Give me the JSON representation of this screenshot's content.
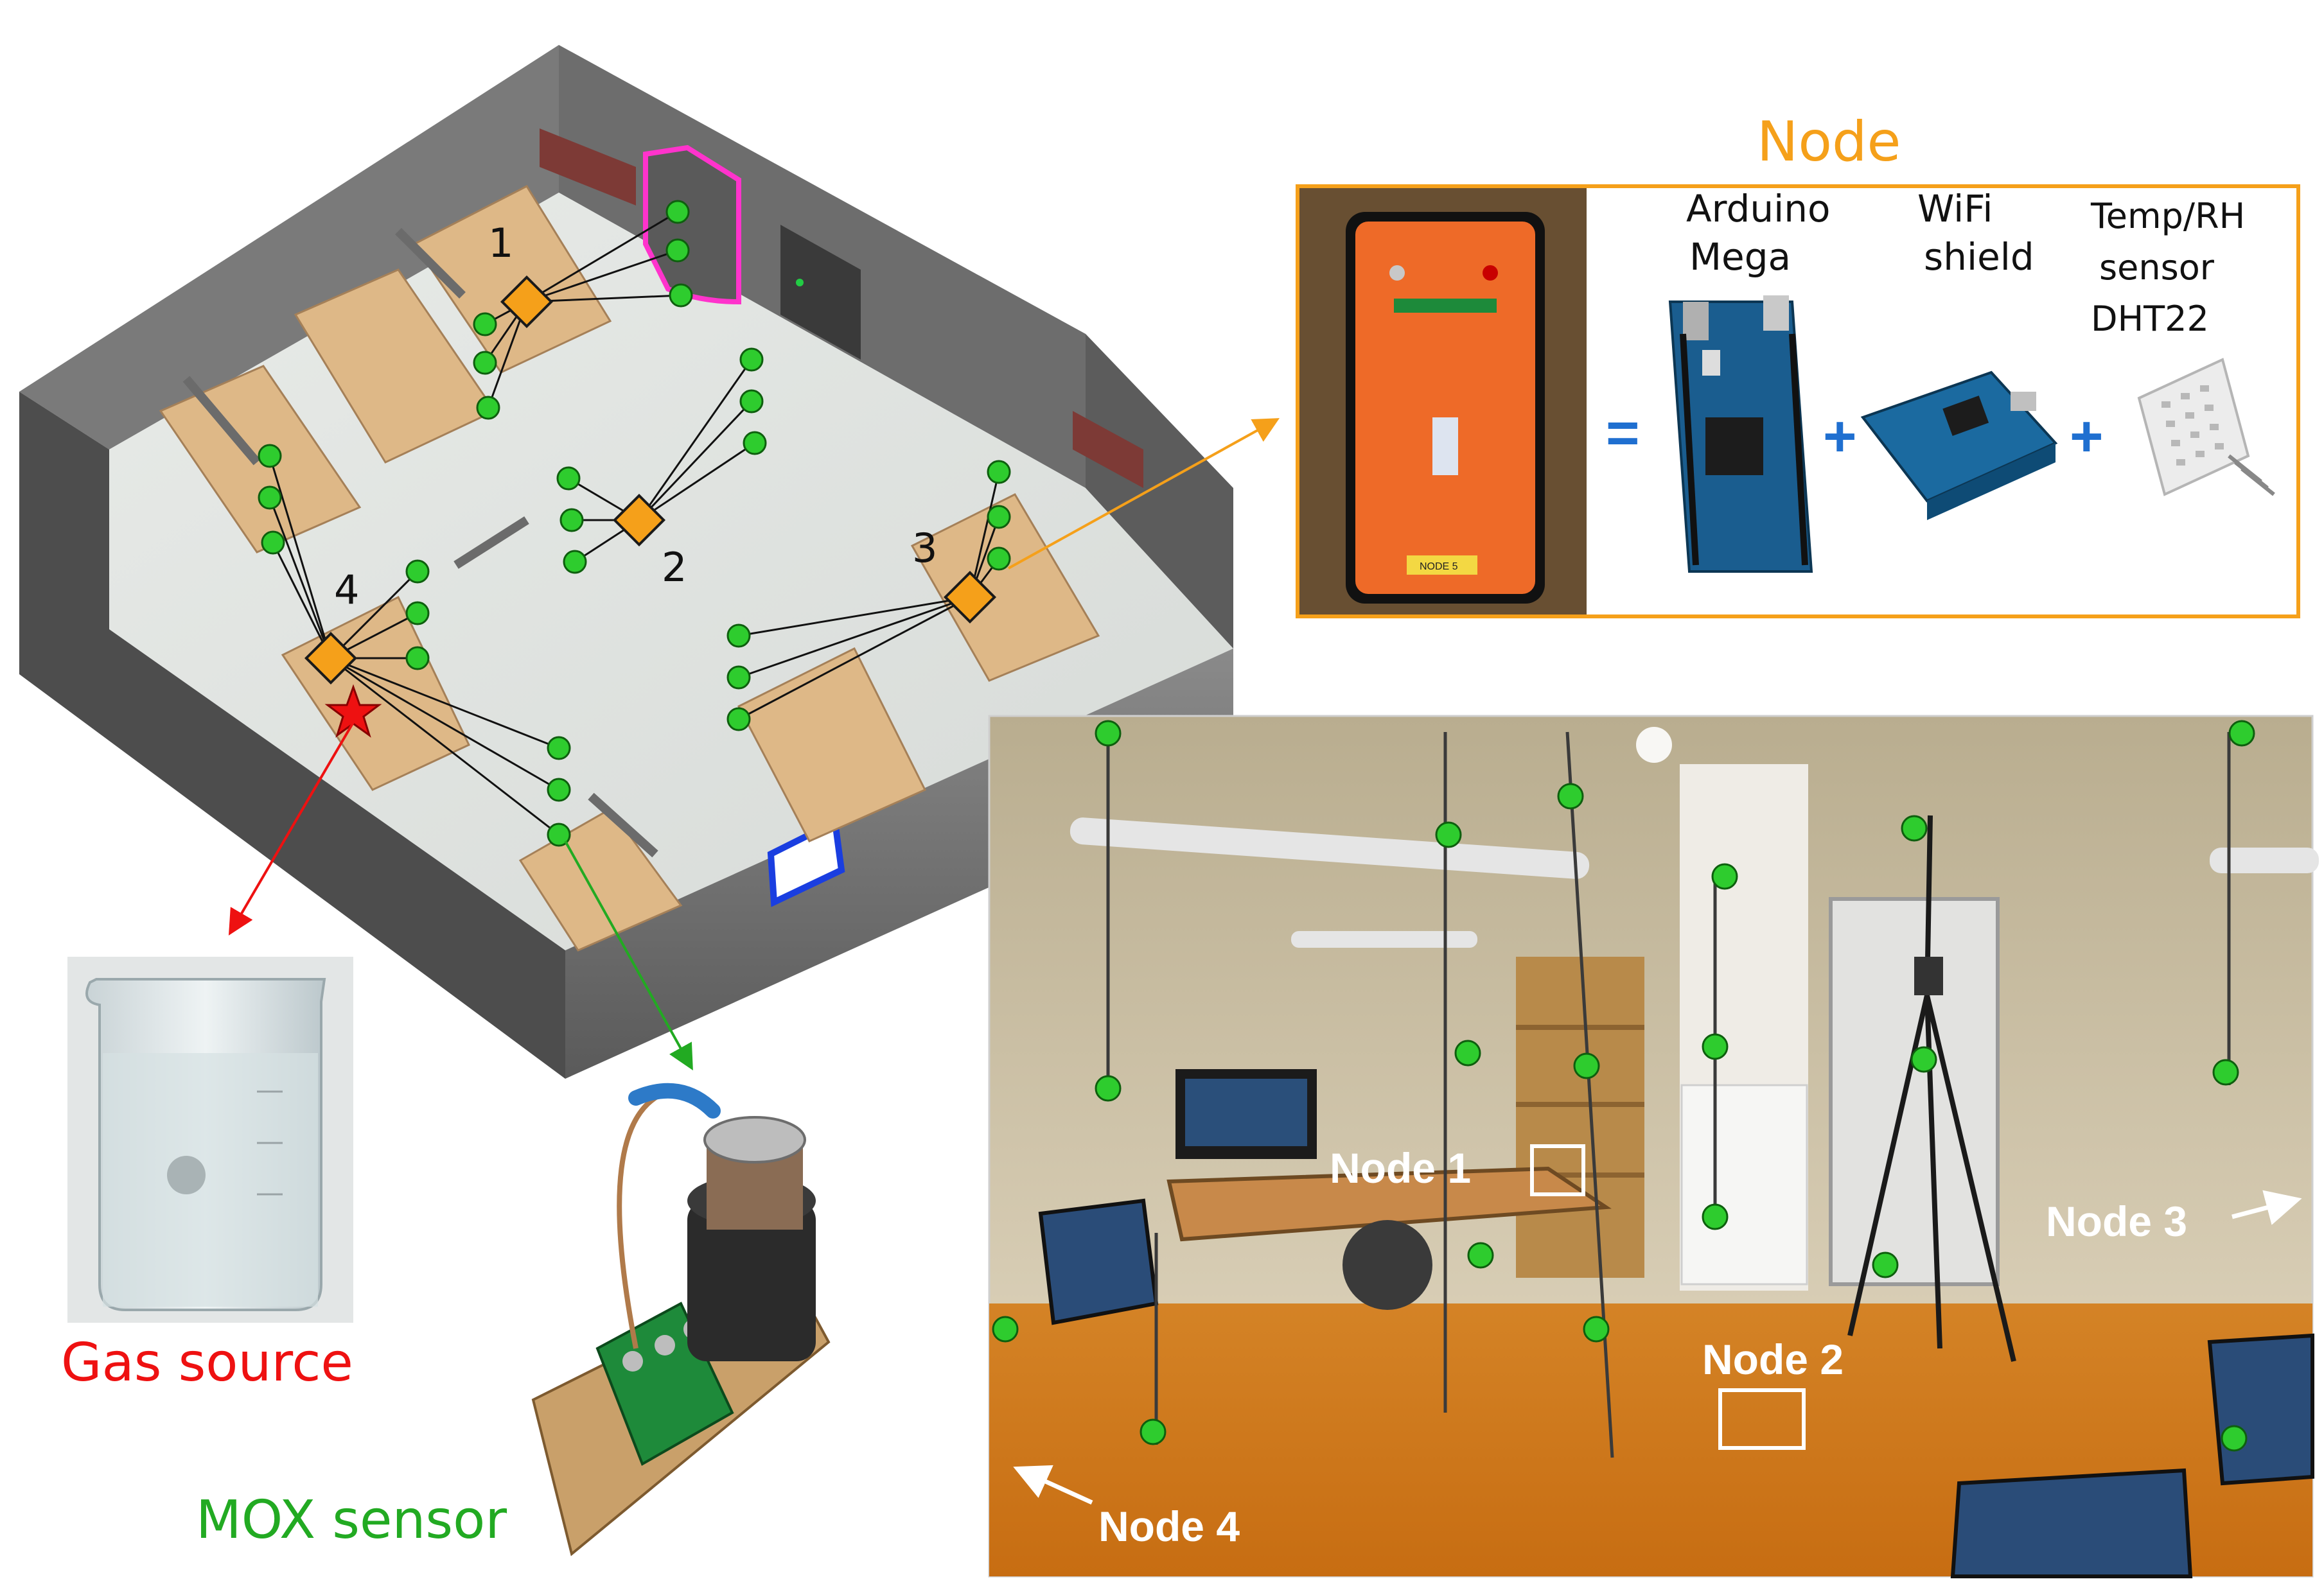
{
  "floorplan": {
    "node_numbers": [
      "1",
      "2",
      "3",
      "4"
    ],
    "marker_color": "#2ecc2e",
    "node_color": "#f5a01a"
  },
  "node_panel": {
    "title": "Node",
    "arduino_label": [
      "Arduino",
      "Mega"
    ],
    "wifi_label": [
      "WiFi",
      "shield"
    ],
    "temp_label": [
      "Temp/RH",
      "sensor",
      "DHT22"
    ],
    "equals_sign": "=",
    "plus_sign": "+",
    "device_tag": "NODE 5",
    "accent_color": "#f5a01a"
  },
  "gas_source": {
    "label": "Gas source",
    "color": "#ee1111"
  },
  "mox_sensor": {
    "label": "MOX sensor",
    "color": "#22aa22"
  },
  "photo": {
    "node1_label": "Node 1",
    "node2_label": "Node 2",
    "node3_label": "Node 3",
    "node4_label": "Node 4"
  }
}
